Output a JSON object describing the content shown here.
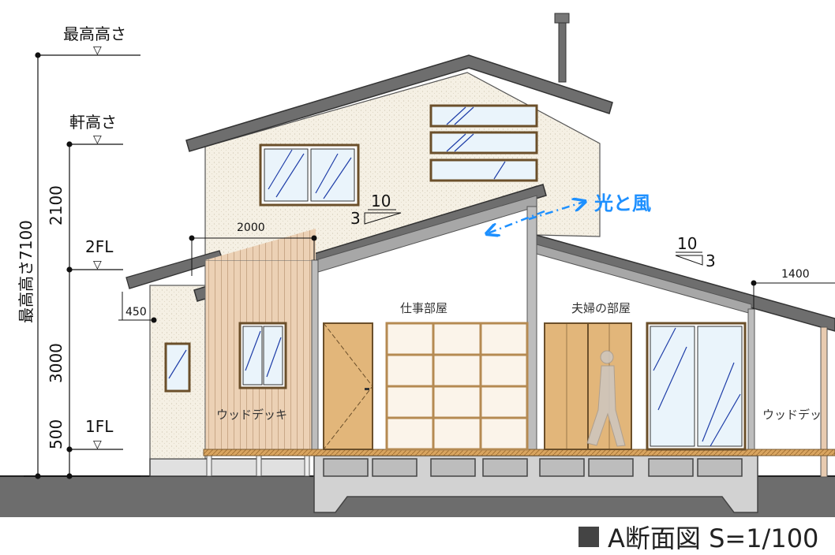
{
  "levels": {
    "max_height_label": "最高高さ",
    "eave_height_label": "軒高さ",
    "second_floor_label": "2FL",
    "first_floor_label": "1FL",
    "datum_symbol": "▽"
  },
  "dimensions": {
    "vertical_total": "最高高さ7100",
    "segment_top": "2100",
    "segment_middle": "3000",
    "segment_bottom": "500",
    "overhang_left": "2000",
    "overhang_right": "1400",
    "step_height": "450"
  },
  "roof_pitch": [
    {
      "rise": "10",
      "run": "3"
    },
    {
      "rise": "10",
      "run": "3"
    }
  ],
  "rooms": {
    "work_room": "仕事部屋",
    "couple_room": "夫婦の部屋",
    "deck_left": "ウッドデッキ",
    "deck_right": "ウッドデッ"
  },
  "annotation": {
    "light_wind": "光と風"
  },
  "title": {
    "text": "A断面図 S=1/100"
  },
  "colors": {
    "roof": "#6e6e6e",
    "wall_upper": "#f3eee2",
    "cladding": "#e9cdb0",
    "door": "#e2b67a",
    "glass": "#eaf4fb",
    "ground": "#6d6d6d",
    "accent": "#1e90ff"
  }
}
